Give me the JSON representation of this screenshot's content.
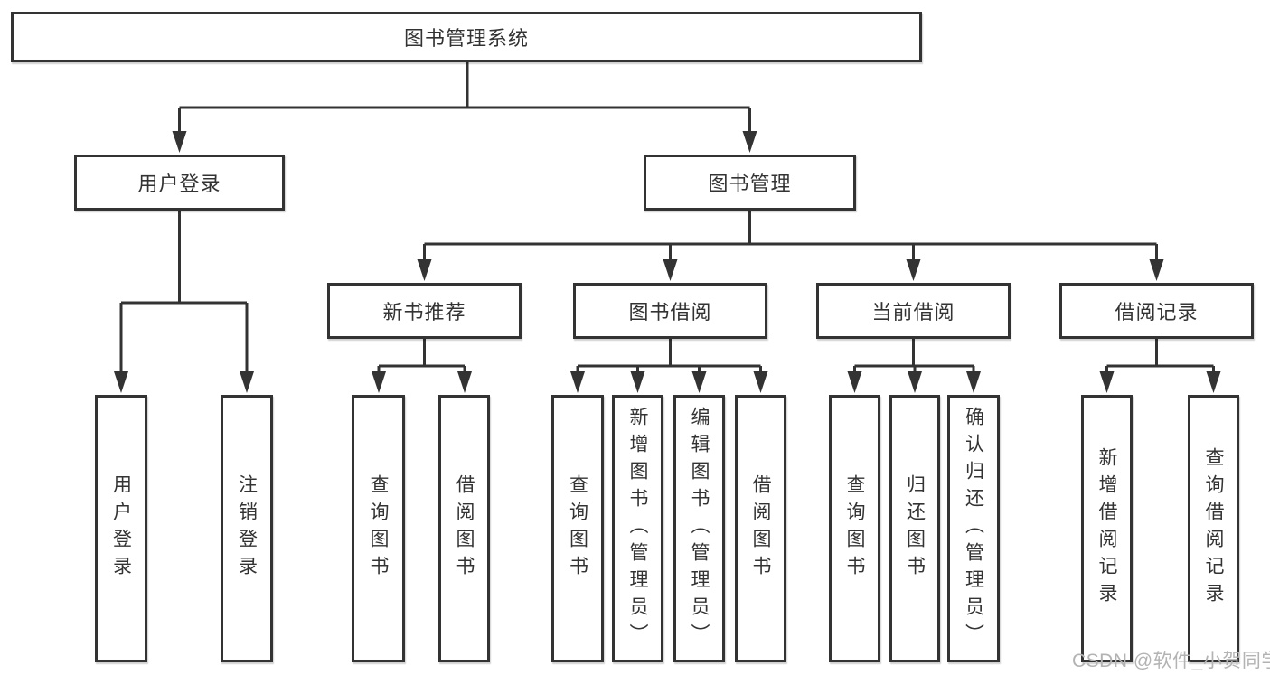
{
  "tree": {
    "root": "图书管理系统",
    "children": [
      {
        "label": "用户登录",
        "children": [
          {
            "label": "用户登录"
          },
          {
            "label": "注销登录"
          }
        ]
      },
      {
        "label": "图书管理",
        "children": [
          {
            "label": "新书推荐",
            "children": [
              {
                "label": "查询图书"
              },
              {
                "label": "借阅图书"
              }
            ]
          },
          {
            "label": "图书借阅",
            "children": [
              {
                "label": "查询图书"
              },
              {
                "label": "新增图书（管理员）"
              },
              {
                "label": "编辑图书（管理员）"
              },
              {
                "label": "借阅图书"
              }
            ]
          },
          {
            "label": "当前借阅",
            "children": [
              {
                "label": "查询图书"
              },
              {
                "label": "归还图书"
              },
              {
                "label": "确认归还（管理员）"
              }
            ]
          },
          {
            "label": "借阅记录",
            "children": [
              {
                "label": "新增借阅记录"
              },
              {
                "label": "查询借阅记录"
              }
            ]
          }
        ]
      }
    ]
  },
  "watermark": {
    "text": "CSDN @软件_小贺同学"
  },
  "colors": {
    "line": "#333333",
    "box_border": "#333333",
    "text": "#333333",
    "watermark": "#b3b3b3",
    "background": "#ffffff"
  }
}
